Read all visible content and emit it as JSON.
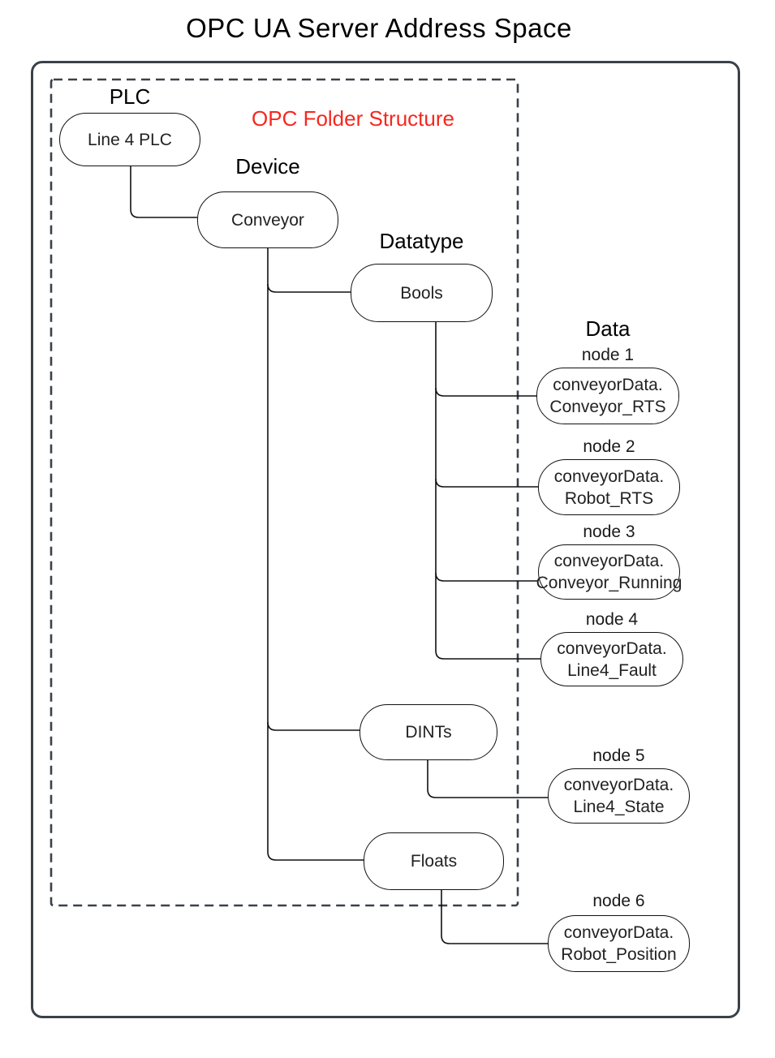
{
  "title": "OPC UA Server Address Space",
  "overlay": {
    "label": "OPC Folder Structure"
  },
  "headings": {
    "plc": "PLC",
    "device": "Device",
    "datatype": "Datatype",
    "data": "Data"
  },
  "folders": {
    "plc": "Line 4 PLC",
    "device": "Conveyor",
    "bools": "Bools",
    "dints": "DINTs",
    "floats": "Floats"
  },
  "data_nodes": [
    {
      "caption": "node 1",
      "line1": "conveyorData.",
      "line2": "Conveyor_RTS"
    },
    {
      "caption": "node 2",
      "line1": "conveyorData.",
      "line2": "Robot_RTS"
    },
    {
      "caption": "node 3",
      "line1": "conveyorData.",
      "line2": "Conveyor_Running"
    },
    {
      "caption": "node 4",
      "line1": "conveyorData.",
      "line2": "Line4_Fault"
    },
    {
      "caption": "node 5",
      "line1": "conveyorData.",
      "line2": "Line4_State"
    },
    {
      "caption": "node 6",
      "line1": "conveyorData.",
      "line2": "Robot_Position"
    }
  ],
  "colors": {
    "frame_border": "#3a4149",
    "node_border": "#111111",
    "connector": "#111111",
    "accent_red": "#f5281e",
    "text": "#1a1a1a"
  }
}
